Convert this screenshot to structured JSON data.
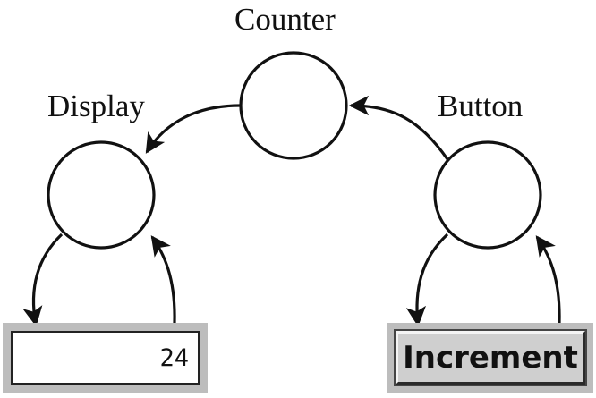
{
  "nodes": {
    "counter": {
      "label": "Counter"
    },
    "display": {
      "label": "Display"
    },
    "button": {
      "label": "Button"
    }
  },
  "display_widget": {
    "value": "24"
  },
  "button_widget": {
    "label": "Increment"
  }
}
